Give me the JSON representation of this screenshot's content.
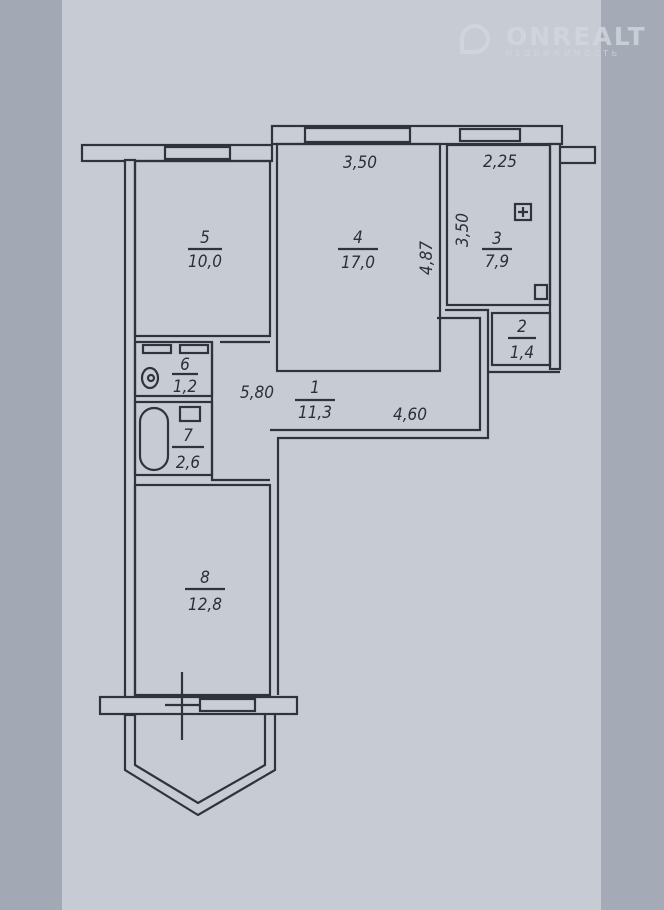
{
  "watermark": {
    "brand": "ONREALT",
    "subtitle": "НЕДВИЖИМОСТЬ"
  },
  "rooms": [
    {
      "number": "1",
      "area": "11,3"
    },
    {
      "number": "2",
      "area": "1,4"
    },
    {
      "number": "3",
      "area": "7,9"
    },
    {
      "number": "4",
      "area": "17,0"
    },
    {
      "number": "5",
      "area": "10,0"
    },
    {
      "number": "6",
      "area": "1,2"
    },
    {
      "number": "7",
      "area": "2,6"
    },
    {
      "number": "8",
      "area": "12,8"
    }
  ],
  "dimensions": {
    "room4_width": "3,50",
    "room4_depth": "4,87",
    "room3_width": "2,25",
    "room3_depth": "3,50",
    "corridor_length": "5,80",
    "corridor_width": "4,60"
  }
}
